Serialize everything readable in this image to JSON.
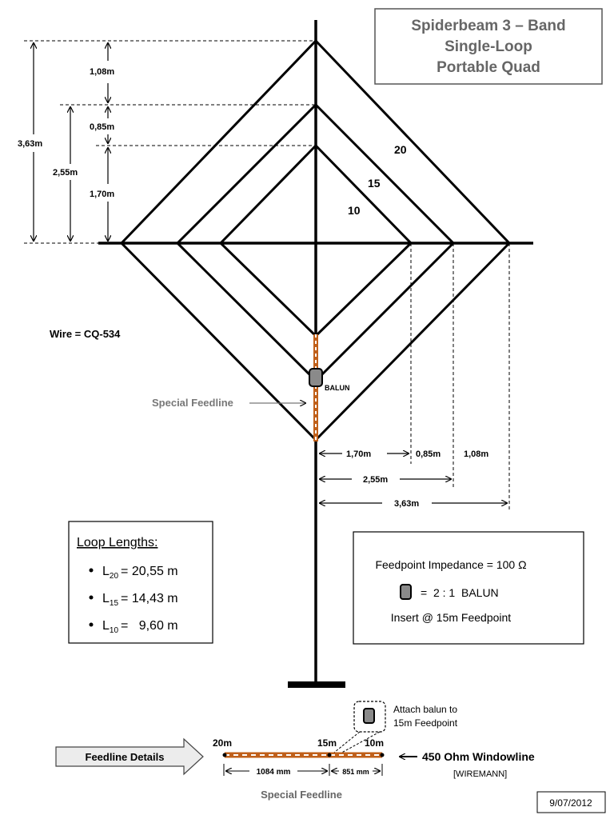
{
  "title": {
    "line1": "Spiderbeam  3 – Band",
    "line2": "Single-Loop",
    "line3": "Portable Quad"
  },
  "dimensions": {
    "vertical": {
      "total": "3,63m",
      "mid": "2,55m",
      "top_gap": "1,08m",
      "mid_gap": "0,85m",
      "inner": "1,70m"
    },
    "horizontal": {
      "inner": "1,70m",
      "mid_gap": "0,85m",
      "outer_gap": "1,08m",
      "mid": "2,55m",
      "total": "3,63m"
    }
  },
  "loops": {
    "label_20": "20",
    "label_15": "15",
    "label_10": "10"
  },
  "wire_label": "Wire = CQ-534",
  "balun_label": "BALUN",
  "special_feedline_label": "Special Feedline",
  "loop_lengths": {
    "heading": "Loop Lengths:",
    "items": [
      {
        "prefix": "L",
        "sub": "20",
        "value": "= 20,55 m"
      },
      {
        "prefix": "L",
        "sub": "15",
        "value": "= 14,43 m"
      },
      {
        "prefix": "L",
        "sub": "10",
        "value": "=   9,60 m"
      }
    ]
  },
  "feedpoint": {
    "impedance": "Feedpoint Impedance = 100 Ω",
    "balun": "=  2 : 1  BALUN",
    "insert": "Insert @ 15m Feedpoint"
  },
  "feedline_details": {
    "arrow_label": "Feedline Details",
    "attach_line1": "Attach balun to",
    "attach_line2": "15m Feedpoint",
    "label_20m": "20m",
    "label_15m": "15m",
    "label_10m": "10m",
    "length_1": "1084 mm",
    "length_2": "851 mm",
    "windowline": "450 Ohm Windowline",
    "windowline_brand": "[WIREMANN]",
    "caption": "Special Feedline"
  },
  "date": "9/07/2012",
  "colors": {
    "feedline_orange": "#c0601a",
    "balun_gray": "#8a8a8a",
    "title_gray": "#666666",
    "arrow_fill": "#ececec"
  }
}
